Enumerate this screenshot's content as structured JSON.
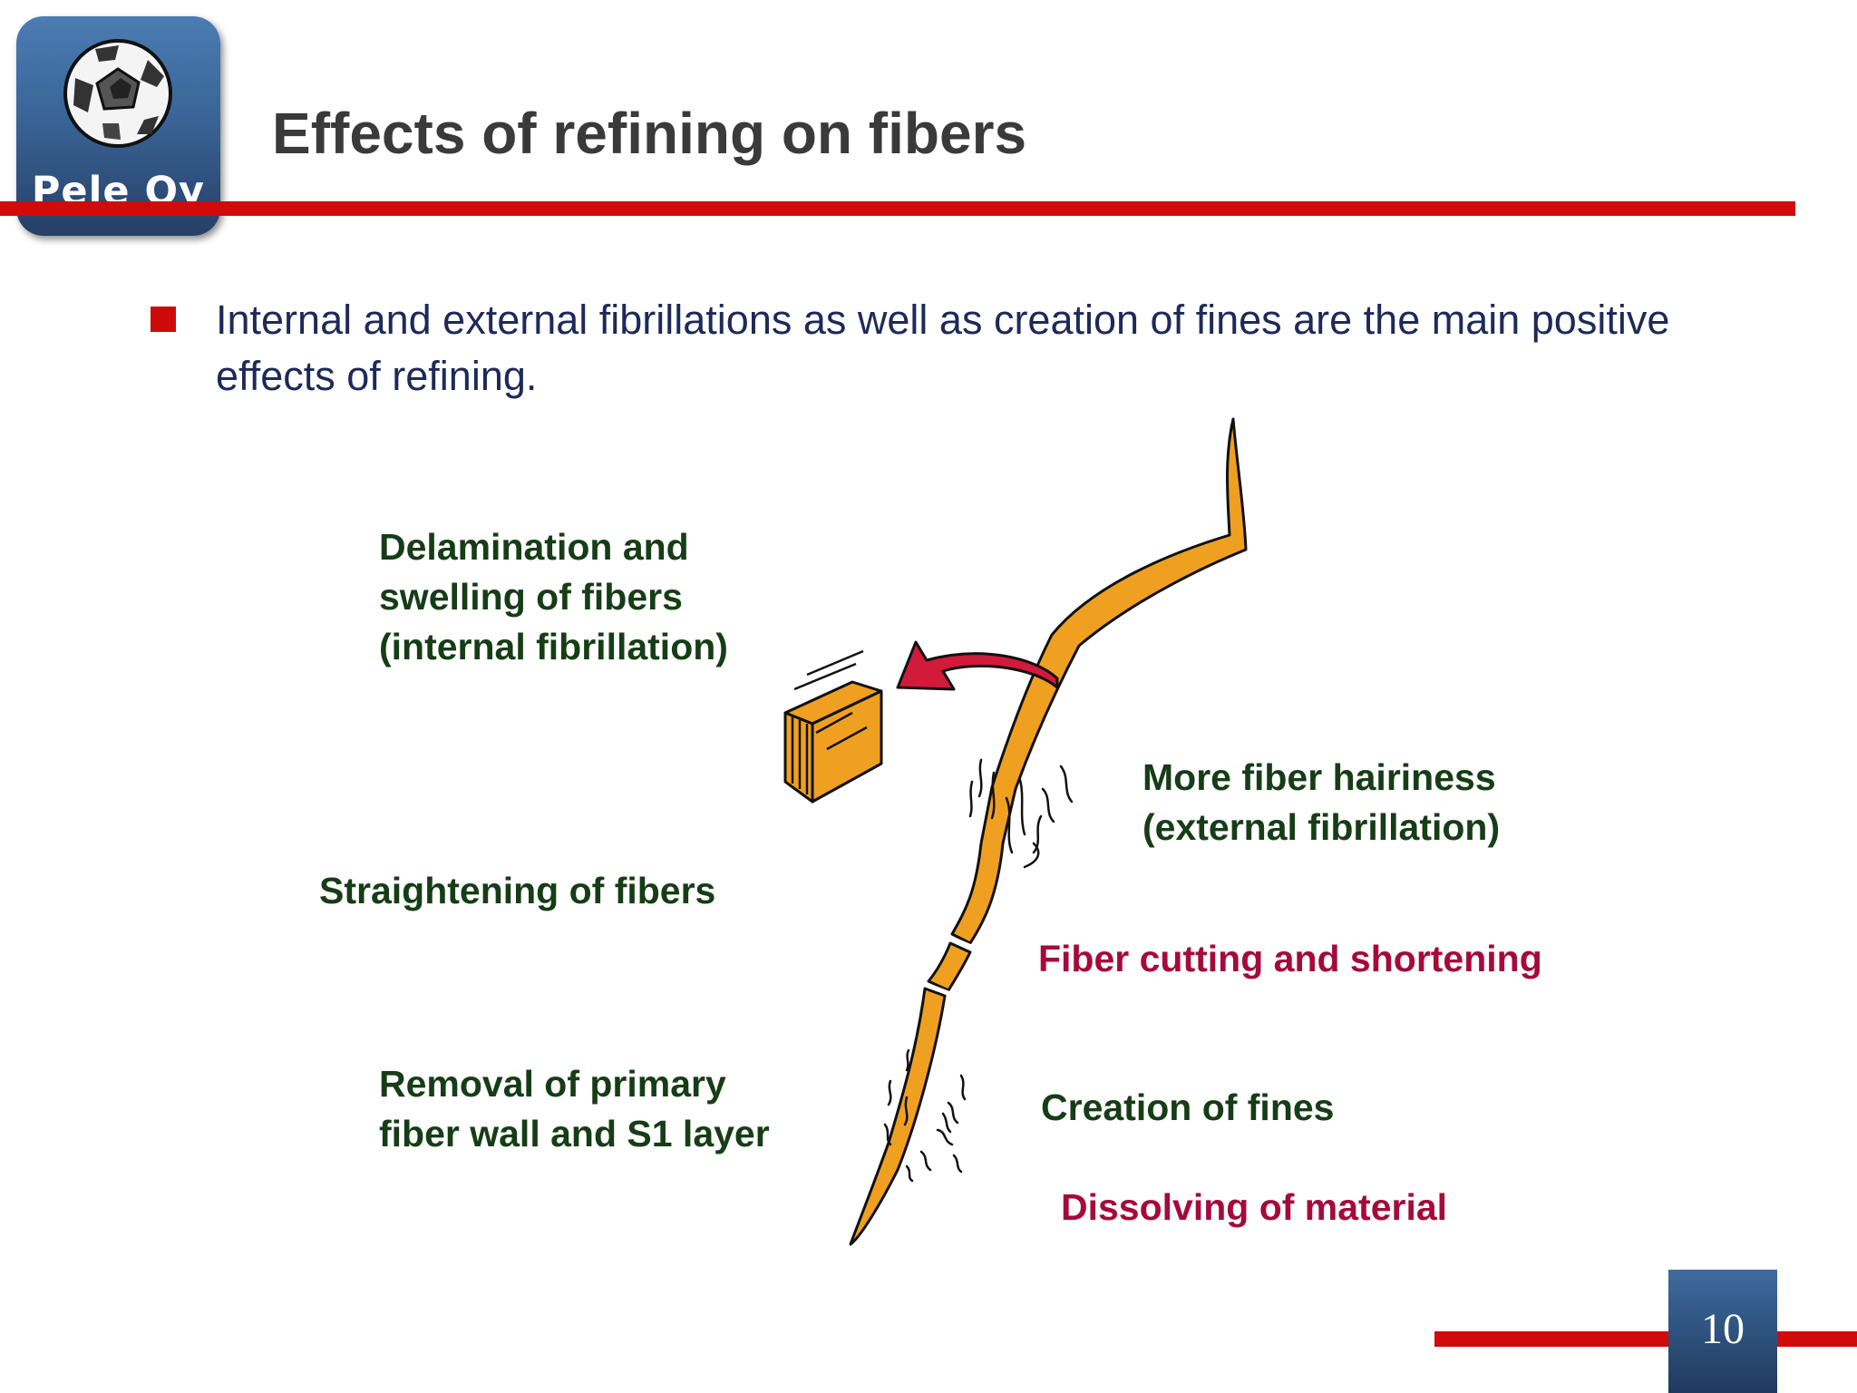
{
  "logo": {
    "text": "Pele Oy"
  },
  "title": "Effects of refining on fibers",
  "bullet": "Internal and external fibrillations as well as creation of fines are the main positive effects of refining.",
  "labels": {
    "delamination": "Delamination and\nswelling of fibers\n(internal fibrillation)",
    "straightening": "Straightening of fibers",
    "removal": "Removal of primary\nfiber wall and S1 layer",
    "hairiness": "More fiber hairiness\n(external fibrillation)",
    "cutting": "Fiber cutting and shortening",
    "fines": "Creation of fines",
    "dissolving": "Dissolving of material"
  },
  "colors": {
    "accent_red": "#d10a0a",
    "label_green": "#163d16",
    "label_red": "#a50a3a",
    "fiber_orange": "#f0a020",
    "arrow_red": "#d21a3a",
    "text_navy": "#1d2a59"
  },
  "icons": [
    "soccer-ball-icon",
    "curved-arrow-icon"
  ],
  "page_number": "10"
}
